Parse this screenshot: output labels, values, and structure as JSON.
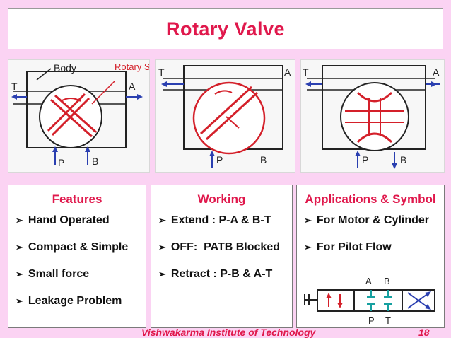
{
  "title": "Rotary Valve",
  "diagrams": [
    {
      "labels": {
        "body": "Body",
        "spool": "Rotary Spool",
        "t": "T",
        "a": "A",
        "p": "P",
        "b": "B"
      }
    },
    {
      "labels": {
        "t": "T",
        "a": "A",
        "p": "P",
        "b": "B"
      }
    },
    {
      "labels": {
        "t": "T",
        "a": "A",
        "p": "P",
        "b": "B"
      }
    }
  ],
  "panels": {
    "features": {
      "heading": "Features",
      "items": [
        "Hand Operated",
        "Compact & Simple",
        "Small force",
        "Leakage Problem"
      ]
    },
    "working": {
      "heading": "Working",
      "items": [
        "Extend : P-A & B-T",
        "OFF:  PATB Blocked",
        "Retract : P-B & A-T"
      ]
    },
    "applications": {
      "heading": "Applications & Symbol",
      "items": [
        "For Motor & Cylinder",
        "For Pilot Flow"
      ],
      "symbol_labels": {
        "a": "A",
        "b": "B",
        "p": "P",
        "t": "T"
      }
    }
  },
  "footer": {
    "institute": "Vishwakarma Institute of Technology",
    "page": "18"
  },
  "colors": {
    "background": "#fbd3f3",
    "accent": "#e0184c",
    "sketch_red": "#d4202a",
    "sketch_blue": "#2a3fb0"
  }
}
